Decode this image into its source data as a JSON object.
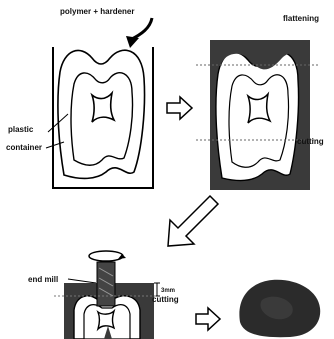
{
  "labels": {
    "polymer_hardener": "polymer + hardener",
    "plastic": "plastic",
    "container": "container",
    "flattening": "flattening",
    "cutting_top": "cutting",
    "end_mill": "end mill",
    "thickness": "3mm",
    "cutting_bottom": "cutting"
  }
}
